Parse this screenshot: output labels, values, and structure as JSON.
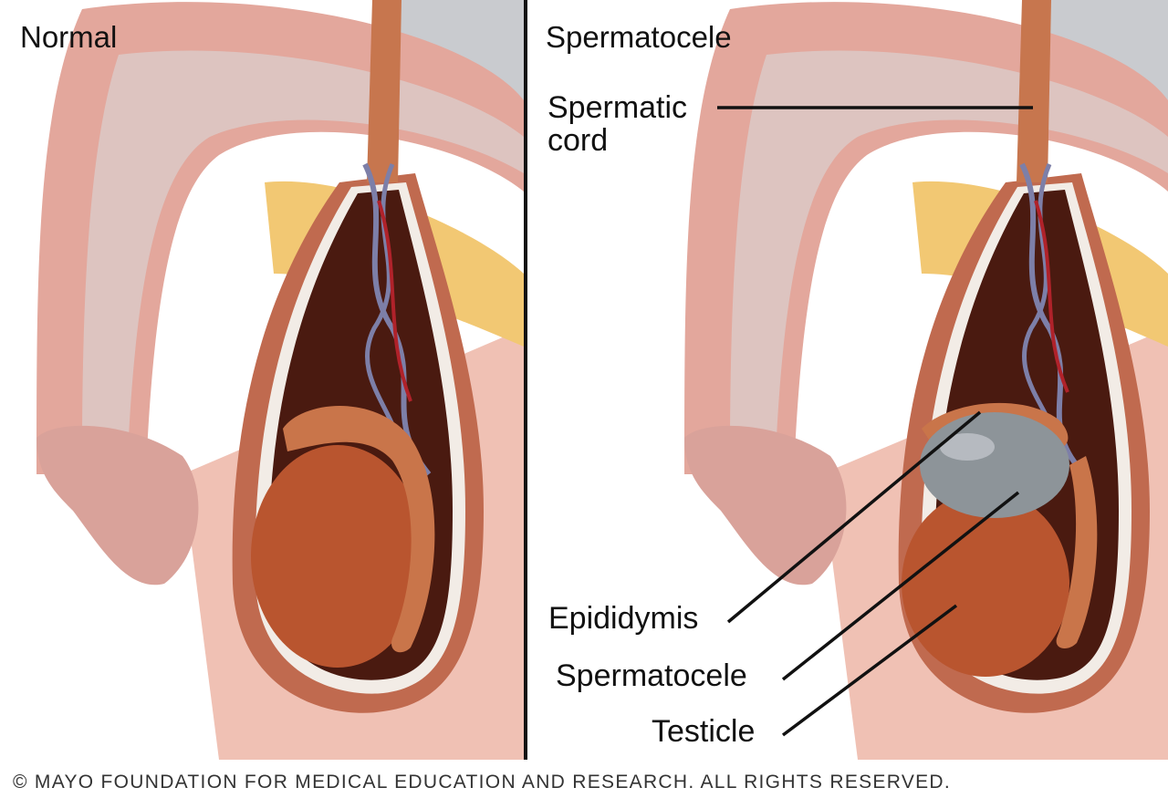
{
  "panels": {
    "left": {
      "title": "Normal"
    },
    "right": {
      "title": "Spermatocele"
    }
  },
  "labels": {
    "spermatic_cord": "Spermatic\ncord",
    "epididymis": "Epididymis",
    "spermatocele": "Spermatocele",
    "testicle": "Testicle"
  },
  "footer": {
    "copyright": "© MAYO FOUNDATION FOR MEDICAL EDUCATION AND RESEARCH. ALL RIGHTS RESERVED."
  },
  "colors": {
    "skin": "#e7b3a6",
    "tissue_pink": "#d8a7a1",
    "fat_yellow": "#f2c873",
    "testicle": "#b9552f",
    "sac_dark": "#4a1a10",
    "cyst": "#8d9499",
    "veins": "#7d7fa8",
    "artery": "#b0222a"
  }
}
